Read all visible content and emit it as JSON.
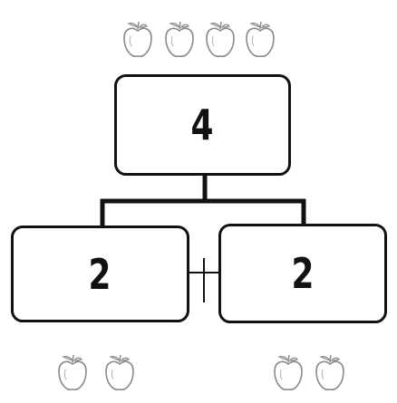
{
  "diagram": {
    "whole": {
      "value": "4",
      "apples": 4
    },
    "parts": [
      {
        "value": "2",
        "apples": 2
      },
      {
        "value": "2",
        "apples": 2
      }
    ]
  },
  "colors": {
    "ink": "#111111",
    "apple_outline": "#8a8a8a",
    "background": "#ffffff"
  },
  "icons": {
    "apple": "apple-icon",
    "plus_connector": "plus-sign"
  }
}
